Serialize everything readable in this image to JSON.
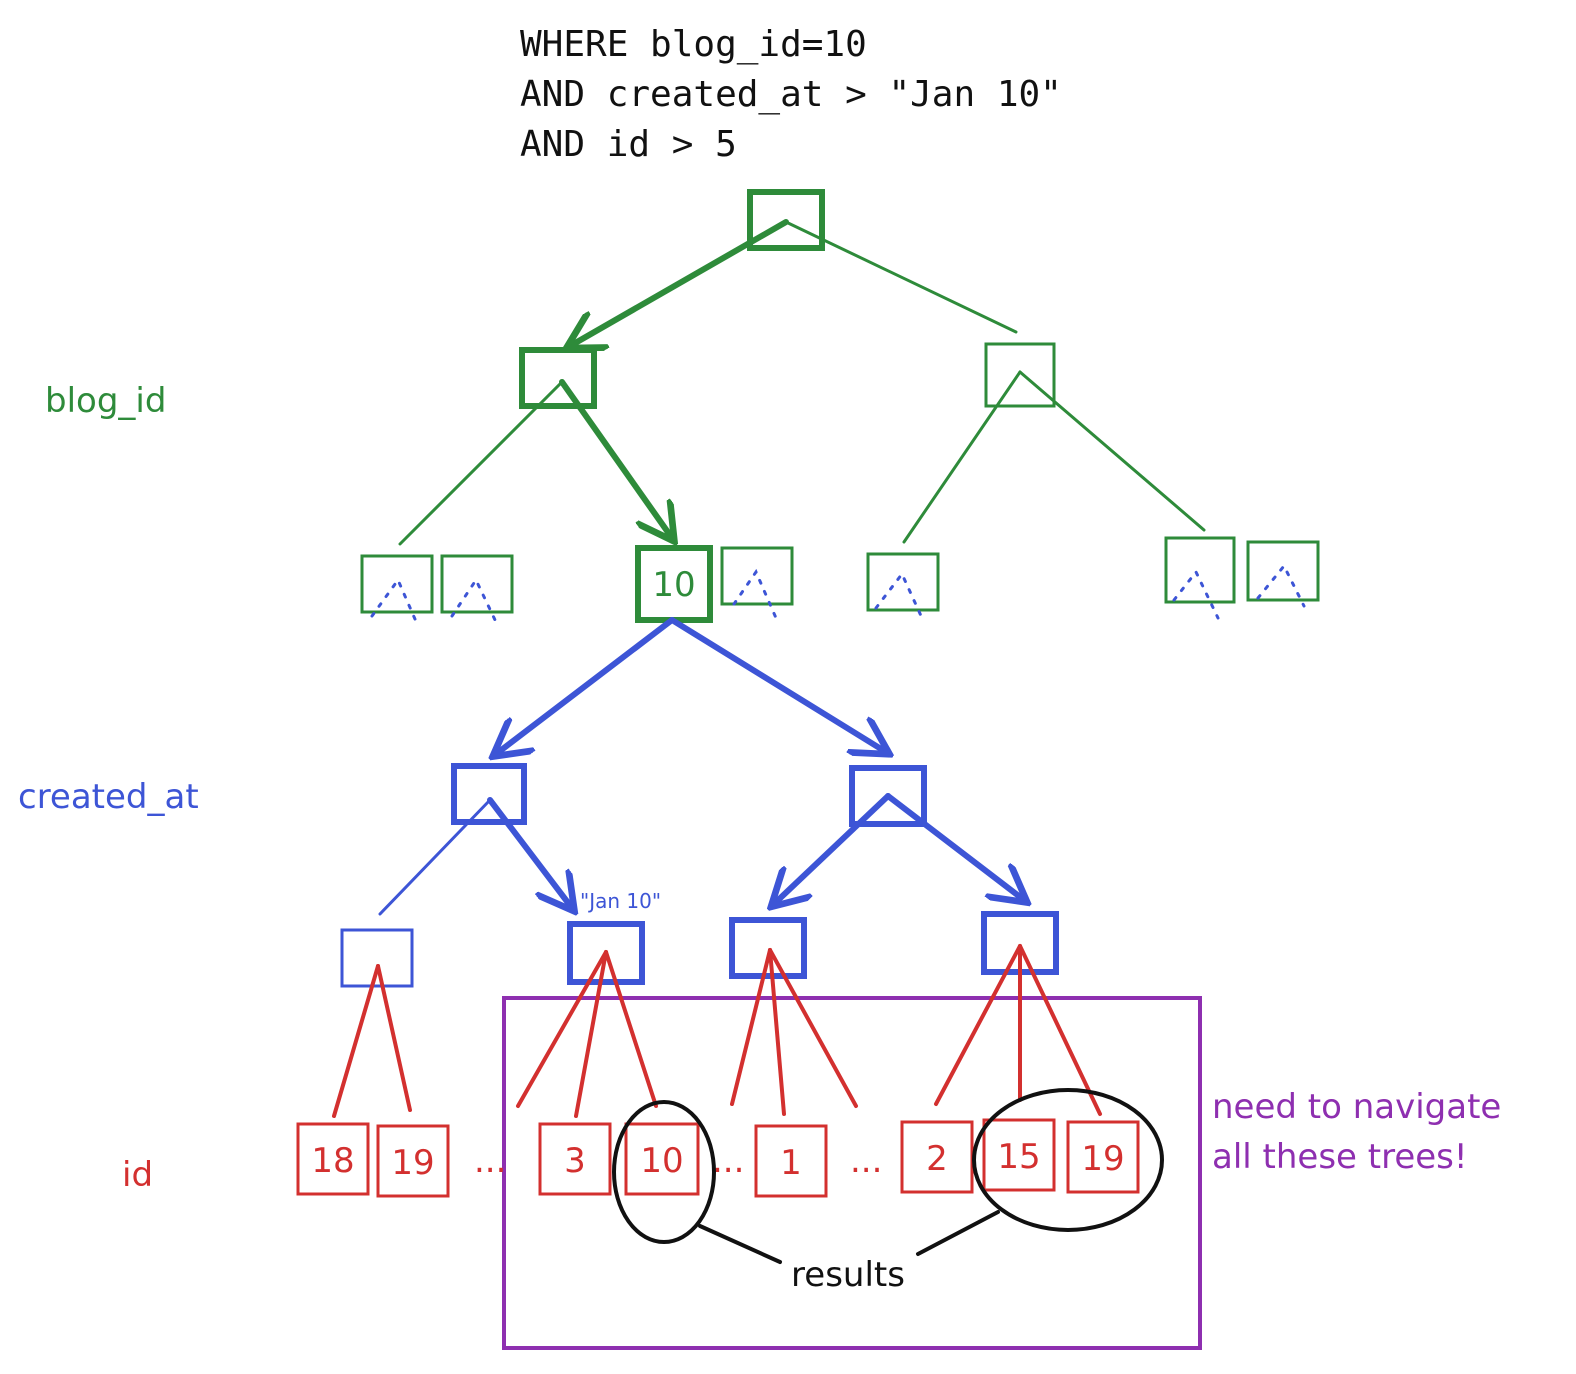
{
  "query": {
    "line1": "WHERE blog_id=10",
    "line2": "AND created_at > \"Jan 10\"",
    "line3": "AND id > 5"
  },
  "levels": {
    "blog_id": "blog_id",
    "created_at": "created_at",
    "id": "id"
  },
  "nodes": {
    "blog_target": "10",
    "jan10_label": "\"Jan 10\"",
    "id_values": [
      "18",
      "19",
      "3",
      "10",
      "1",
      "2",
      "15",
      "19"
    ],
    "ellipsis": "..."
  },
  "annotations": {
    "results": "results",
    "navigate_line1": "need to navigate",
    "navigate_line2": "all these trees!"
  },
  "colors": {
    "blog_id": "#2e8b3a",
    "created_at": "#3d55d6",
    "id": "#d3302f",
    "highlight_box": "#8e2fb0",
    "results": "#111111"
  }
}
